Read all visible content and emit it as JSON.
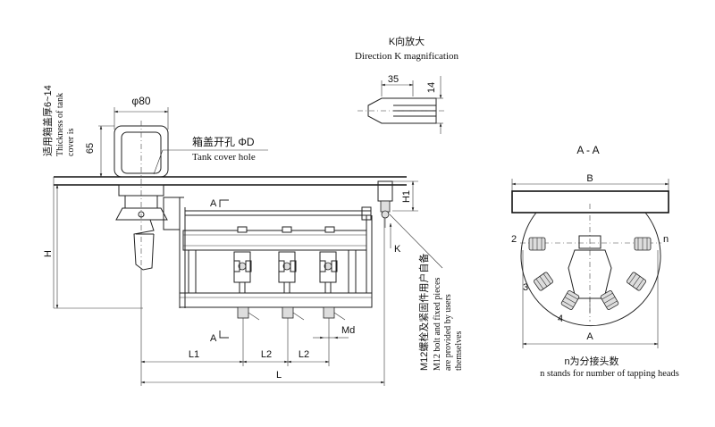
{
  "labels": {
    "k_dir_cn": "K向放大",
    "k_dir_en": "Direction K magnification",
    "dim_35": "35",
    "dim_14": "14",
    "dim_phi80": "φ80",
    "dim_65": "65",
    "cover_hole_cn": "箱盖开孔 ΦD",
    "cover_hole_en": "Tank cover hole",
    "thick_cn": "适用箱盖厚6~14",
    "thick_en_1": "Thickness of tank",
    "thick_en_2": "cover is",
    "section_a_top": "A",
    "section_a_bottom": "A",
    "dim_H": "H",
    "dim_H1": "H1",
    "dim_K": "K",
    "dim_L1": "L1",
    "dim_L2a": "L2",
    "dim_L2b": "L2",
    "dim_L": "L",
    "dim_Md": "Md",
    "bolt_cn": "M12螺栓及紧固件用户自备",
    "bolt_en_1": "M12 bolt and fixed pieces",
    "bolt_en_2": "are provided by users",
    "bolt_en_3": "themselves",
    "aa_title": "A - A",
    "dim_B": "B",
    "dim_A": "A",
    "head_2": "2",
    "head_3": "3",
    "head_4": "4",
    "head_n": "n",
    "note_cn": "n为分接头数",
    "note_en": "n stands for number of tapping heads"
  }
}
